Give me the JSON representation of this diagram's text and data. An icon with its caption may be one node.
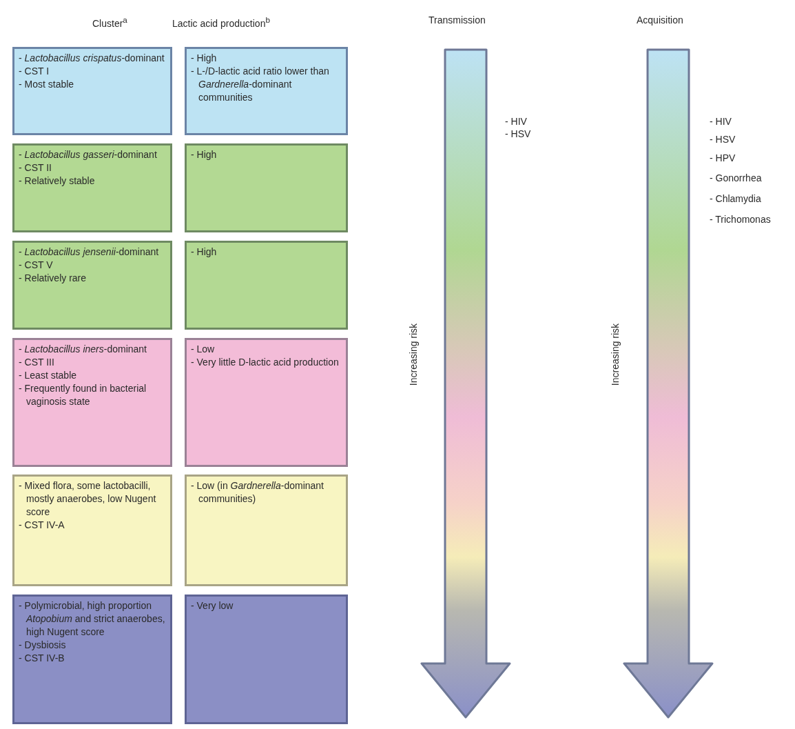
{
  "diagram": {
    "nodes": [
      {
        "text": [
          "- *Lactobacillus crispatus*-dominant",
          "- CST I",
          "- Most stable"
        ]
      },
      {
        "text": [
          "- High",
          "- L-/D-lactic acid ratio lower than *Gardnerella*-dominant communities"
        ]
      },
      {
        "text": [
          "- *Lactobacillus gasseri*-dominant",
          "- CST II",
          "- Relatively stable"
        ]
      },
      {
        "text": [
          "- High"
        ]
      },
      {
        "text": [
          "- *Lactobacillus jensenii*-dominant",
          "- CST V",
          "- Relatively rare"
        ]
      },
      {
        "text": [
          "- High"
        ]
      },
      {
        "text": [
          "- *Lactobacillus iners*-dominant",
          "- CST III",
          "- Least stable",
          "- Frequently found in bacterial vaginosis state"
        ]
      },
      {
        "text": [
          "- Low",
          "- Very little D-lactic acid production"
        ]
      },
      {
        "text": [
          "- Mixed flora, some lactobacilli, mostly anaerobes, low Nugent score",
          "- CST IV-A"
        ]
      },
      {
        "text": [
          "- Low (in *Gardnerella*-dominant communities)"
        ]
      },
      {
        "text": [
          "- Polymicrobial, high proportion *Atopobium* and strict anaerobes, high Nugent score",
          "- Dysbiosis",
          "- CST IV-B"
        ]
      },
      {
        "text": [
          "- Very low"
        ]
      }
    ],
    "labels": [
      "Cluster$^{a}$",
      "Lactic acid production$^{b}$",
      "Transmission",
      "Acquisition",
      "Increasing risk",
      "Increasing risk",
      "- HIV",
      "- HSV",
      "- HIV",
      "- HSV",
      "- HPV",
      "- Gonorrhea",
      "- Chlamydia",
      "- Trichomonas"
    ]
  }
}
